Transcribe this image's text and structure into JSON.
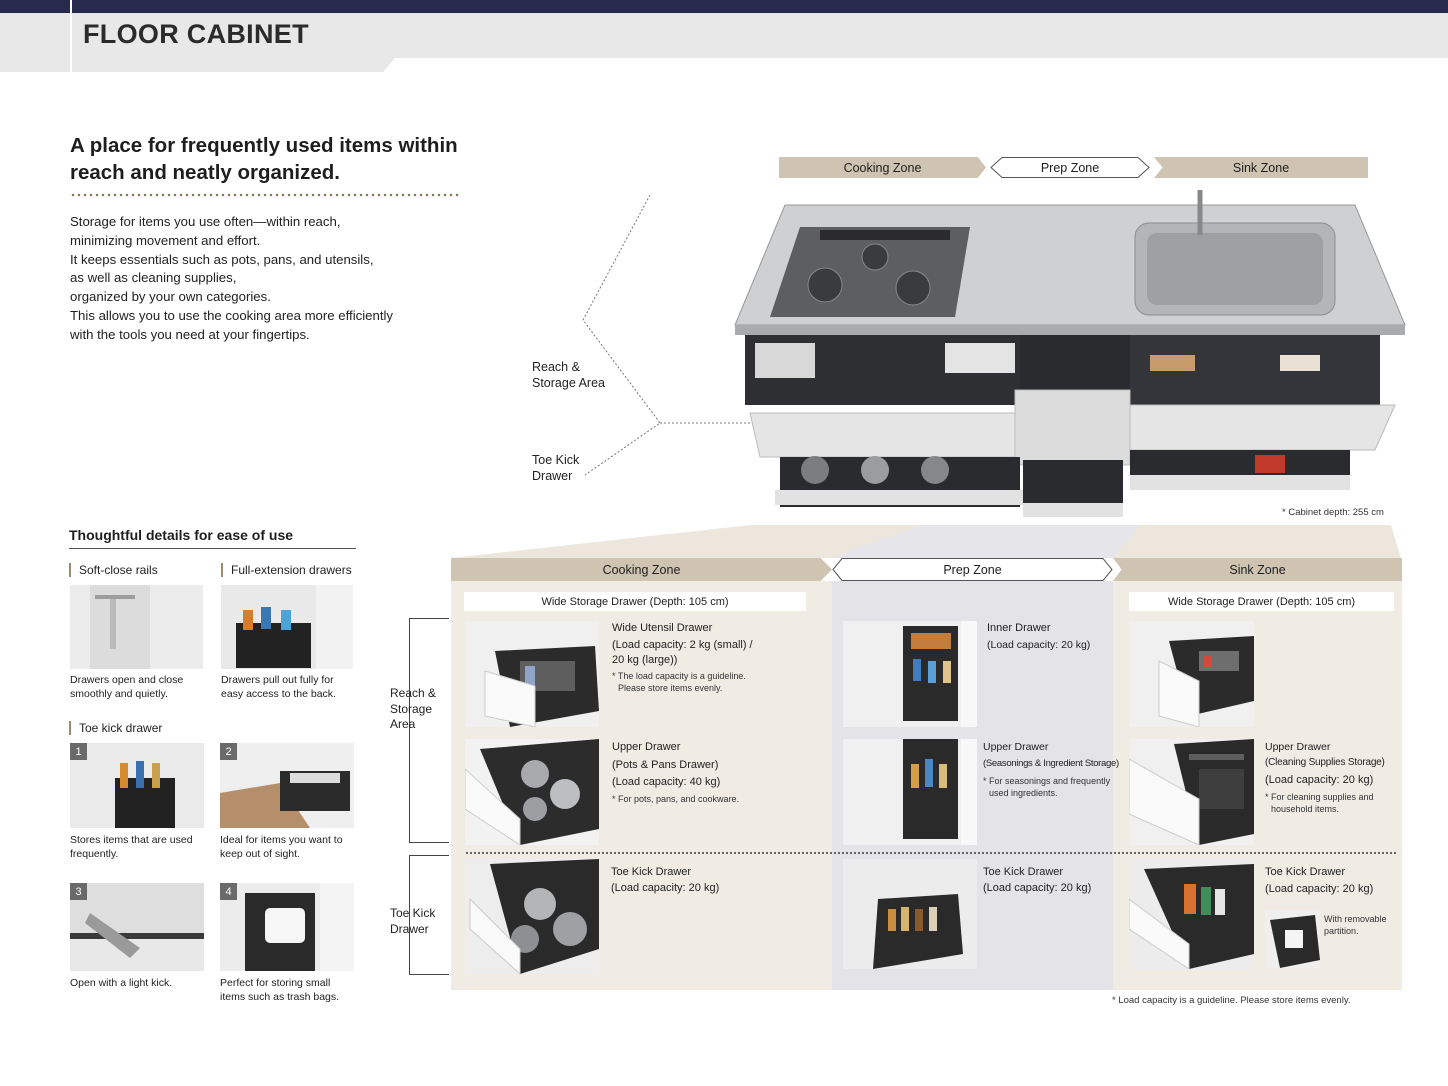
{
  "header": {
    "title": "FLOOR CABINET"
  },
  "headline": "A place for frequently used items within reach and neatly organized.",
  "intro": [
    "Storage for items you use often—within reach,",
    "minimizing movement and effort.",
    "It keeps essentials such as pots, pans, and utensils,",
    "as well as cleaning supplies,",
    "organized by your own categories.",
    "This allows you to use the cooking area more efficiently",
    "with the tools you need at your fingertips."
  ],
  "zones": {
    "cooking": "Cooking Zone",
    "prep": "Prep Zone",
    "sink": "Sink Zone"
  },
  "areas": {
    "reach_storage": "Reach & Storage Area",
    "toe_kick": "Toe Kick Drawer"
  },
  "cabinet_depth_note": "* Cabinet depth: 255 cm",
  "details": {
    "title": "Thoughtful details for ease of use",
    "soft_close": {
      "heading": "Soft-close rails",
      "caption": "Drawers open and close smoothly and quietly."
    },
    "full_extension": {
      "heading": "Full-extension drawers",
      "caption": "Drawers pull out fully for easy access to the back."
    },
    "toe_kick": {
      "heading": "Toe kick drawer",
      "items": [
        {
          "num": "1",
          "caption": "Stores items that are used frequently."
        },
        {
          "num": "2",
          "caption": "Ideal for items you want to keep out of sight."
        },
        {
          "num": "3",
          "caption": "Open with a light kick."
        },
        {
          "num": "4",
          "caption": "Perfect for storing small items such as trash bags."
        }
      ]
    }
  },
  "wide_drawer_label": "Wide Storage Drawer (Depth: 105 cm)",
  "cooking": {
    "inner": {
      "title": "Wide Utensil Drawer",
      "lines": [
        "(Load capacity: 2 kg (small) /",
        "20 kg (large))"
      ],
      "note": [
        "* The load capacity is a guideline.",
        "Please store items evenly."
      ]
    },
    "upper": {
      "title": "Upper Drawer",
      "lines": [
        "(Pots & Pans Drawer)",
        "(Load capacity: 40 kg)"
      ],
      "note": [
        "* For pots, pans, and cookware."
      ]
    },
    "toe": {
      "title": "Toe Kick Drawer",
      "lines": [
        "(Load capacity: 20 kg)"
      ]
    }
  },
  "prep": {
    "inner": {
      "title": "Inner Drawer",
      "lines": [
        "(Load capacity: 20 kg)"
      ]
    },
    "upper": {
      "title": "Upper Drawer",
      "lines": [
        "(Seasonings & Ingredient Storage)"
      ],
      "note": [
        "* For seasonings and frequently",
        "used ingredients."
      ]
    },
    "toe": {
      "title": "Toe Kick Drawer",
      "lines": [
        "(Load capacity: 20 kg)"
      ]
    }
  },
  "sink": {
    "upper": {
      "title": "Upper Drawer",
      "lines": [
        "(Cleaning Supplies Storage)",
        "(Load capacity: 20 kg)"
      ],
      "note": [
        "* For cleaning supplies and",
        "household items."
      ]
    },
    "toe": {
      "title": "Toe Kick Drawer",
      "lines": [
        "(Load capacity: 20 kg)"
      ],
      "partition": [
        "With removable",
        "partition."
      ]
    }
  },
  "footnote": "* Load capacity is a guideline. Please store items evenly.",
  "colors": {
    "topbar": "#27294d",
    "zone_tan": "#cfc4b1",
    "panel_beige": "#f0ebe3",
    "panel_grey": "#e3e3e8"
  }
}
